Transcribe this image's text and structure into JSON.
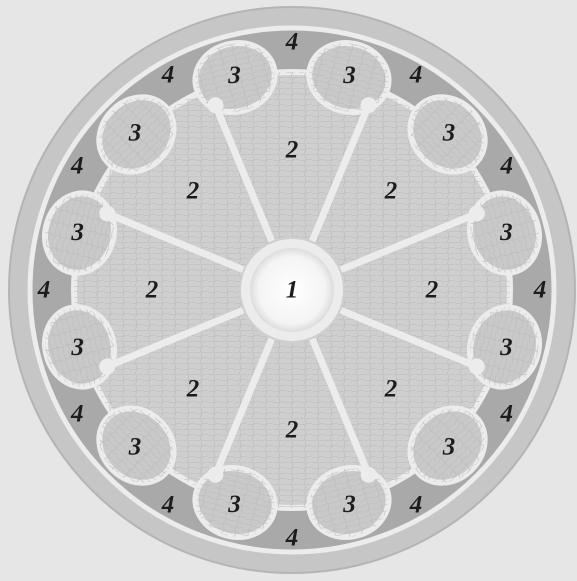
{
  "diagram": {
    "colors": {
      "background": "#e6e6e6",
      "outer_ring": "#c6c6c6",
      "band_4": "#a9a9a9",
      "lobe_3": "#c9c9c9",
      "petal_2": "#cfcfcf",
      "tracery": "#ececec",
      "center_glass": "#f8f8f8",
      "label": "#1c1c1c"
    },
    "labels": {
      "center": "1",
      "petals": [
        "2",
        "2",
        "2",
        "2",
        "2",
        "2",
        "2",
        "2"
      ],
      "lobes": [
        "3",
        "3",
        "3",
        "3",
        "3",
        "3",
        "3",
        "3",
        "3",
        "3",
        "3",
        "3"
      ],
      "outer": [
        "4",
        "4",
        "4",
        "4",
        "4",
        "4",
        "4",
        "4",
        "4",
        "4",
        "4",
        "4"
      ]
    }
  }
}
